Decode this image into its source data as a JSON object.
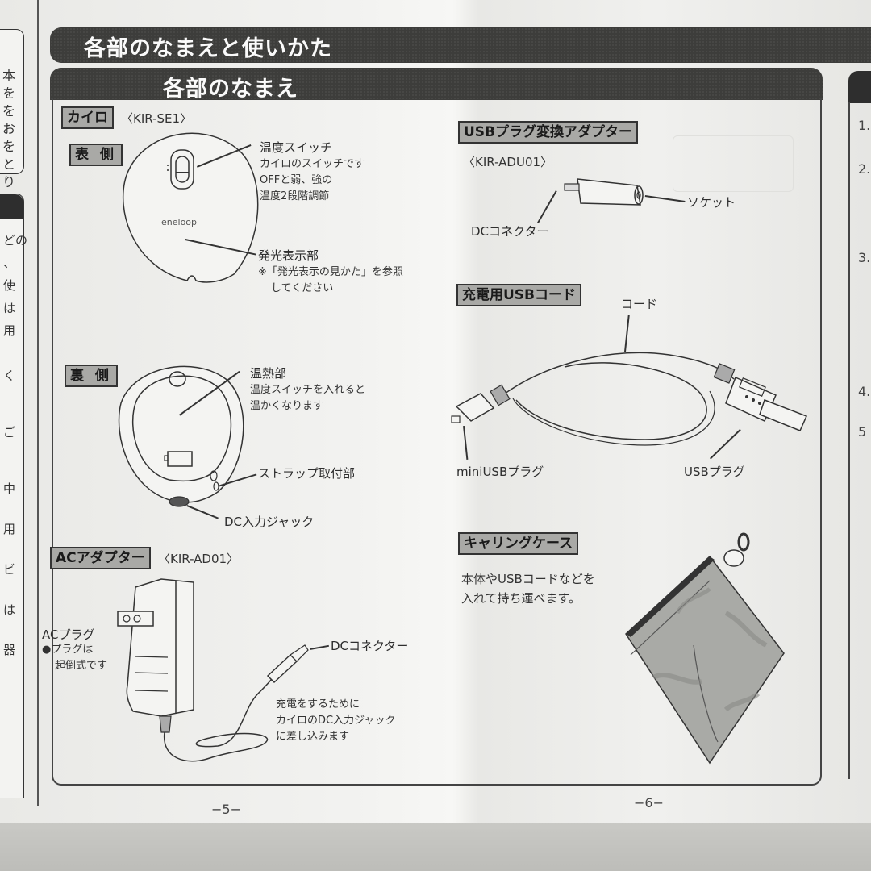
{
  "header": {
    "title": "各部のなまえと使いかた",
    "section_title": "各部のなまえ"
  },
  "left_page": {
    "kairo": {
      "tag": "カイロ",
      "model": "〈KIR-SE1〉",
      "front": {
        "tag": "表 側",
        "logo": "eneloop",
        "switch_label": "温度スイッチ",
        "switch_desc": [
          "カイロのスイッチです",
          "OFFと弱、強の",
          "温度2段階調節"
        ],
        "display_label": "発光表示部",
        "display_desc": [
          "※「発光表示の見かた」を参照",
          "してください"
        ]
      },
      "back": {
        "tag": "裏 側",
        "heat_label": "温熱部",
        "heat_desc": [
          "温度スイッチを入れると",
          "温かくなります"
        ],
        "strap_label": "ストラップ取付部",
        "dc_jack_label": "DC入力ジャック"
      }
    },
    "ac_adapter": {
      "tag": "ACアダプター",
      "model": "〈KIR-AD01〉",
      "ac_plug_label": "ACプラグ",
      "ac_plug_desc": [
        "●プラグは",
        "起倒式です"
      ],
      "dc_connector_label": "DCコネクター",
      "dc_desc": [
        "充電をするために",
        "カイロのDC入力ジャック",
        "に差し込みます"
      ]
    },
    "page_number": "−5−"
  },
  "right_page": {
    "usb_adapter": {
      "tag": "USBプラグ変換アダプター",
      "model": "〈KIR-ADU01〉",
      "socket_label": "ソケット",
      "dc_connector_label": "DCコネクター"
    },
    "usb_cord": {
      "tag": "充電用USBコード",
      "cord_label": "コード",
      "mini_usb_label": "miniUSBプラグ",
      "usb_plug_label": "USBプラグ"
    },
    "carrying_case": {
      "tag": "キャリングケース",
      "desc": [
        "本体やUSBコードなどを",
        "入れて持ち運べます。"
      ]
    },
    "page_number": "−6−"
  },
  "edge_pages": {
    "prev_text_top": [
      "本を",
      "をお",
      "をと",
      "りま"
    ],
    "prev_text_mid": [
      "どの",
      "、",
      "使",
      "は",
      "用"
    ],
    "prev_side_chars": [
      "く",
      "ご",
      "中",
      "用",
      "ビ",
      "は",
      "器"
    ],
    "next_numbers": [
      "1.",
      "2.",
      "3.",
      "4.",
      "5"
    ]
  },
  "colors": {
    "header_bg": "#3d3d3b",
    "tag_bg": "#a9a9a6",
    "paper": "#f2f2f0",
    "ink": "#2b2b2b"
  }
}
